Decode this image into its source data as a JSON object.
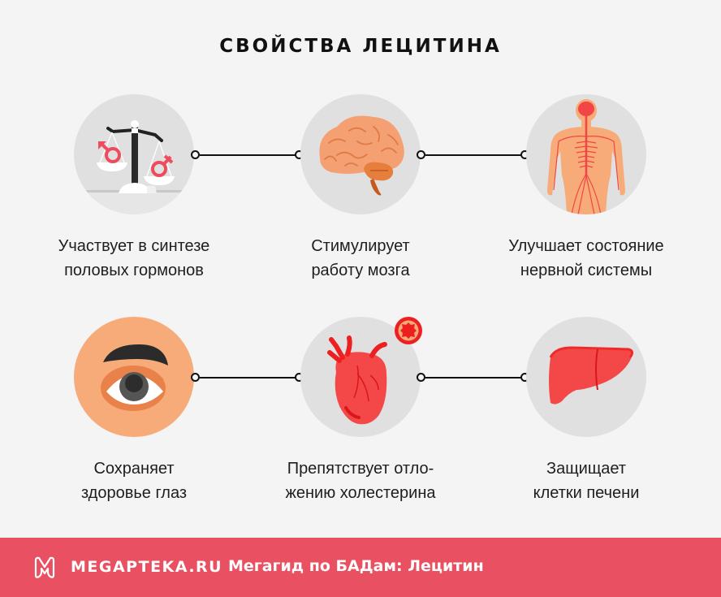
{
  "title": "СВОЙСТВА ЛЕЦИТИНА",
  "colors": {
    "background": "#f4f4f4",
    "circle": "#e0e0e0",
    "accent_red": "#e95162",
    "organ_red": "#f44848",
    "skin": "#f7ab78",
    "brain": "#f4a073",
    "line": "#111111"
  },
  "properties": [
    {
      "icon": "scales-gender-icon",
      "line1": "Участвует в синтезе",
      "line2": "половых гормонов"
    },
    {
      "icon": "brain-icon",
      "line1": "Стимулирует",
      "line2": "работу мозга"
    },
    {
      "icon": "nervous-system-icon",
      "line1": "Улучшает состояние",
      "line2": "нервной системы"
    },
    {
      "icon": "eye-icon",
      "line1": "Сохраняет",
      "line2": "здоровье глаз"
    },
    {
      "icon": "heart-icon",
      "badge_icon": "clogged-artery-icon",
      "line1": "Препятствует отло-",
      "line2": "жению холестерина"
    },
    {
      "icon": "liver-icon",
      "line1": "Защищает",
      "line2": "клетки печени"
    }
  ],
  "footer": {
    "logo_icon": "megapteka-logo-icon",
    "brand": "MEGAPTEKA.RU",
    "subtitle": "Мегагид по БАДам: Лецитин"
  }
}
